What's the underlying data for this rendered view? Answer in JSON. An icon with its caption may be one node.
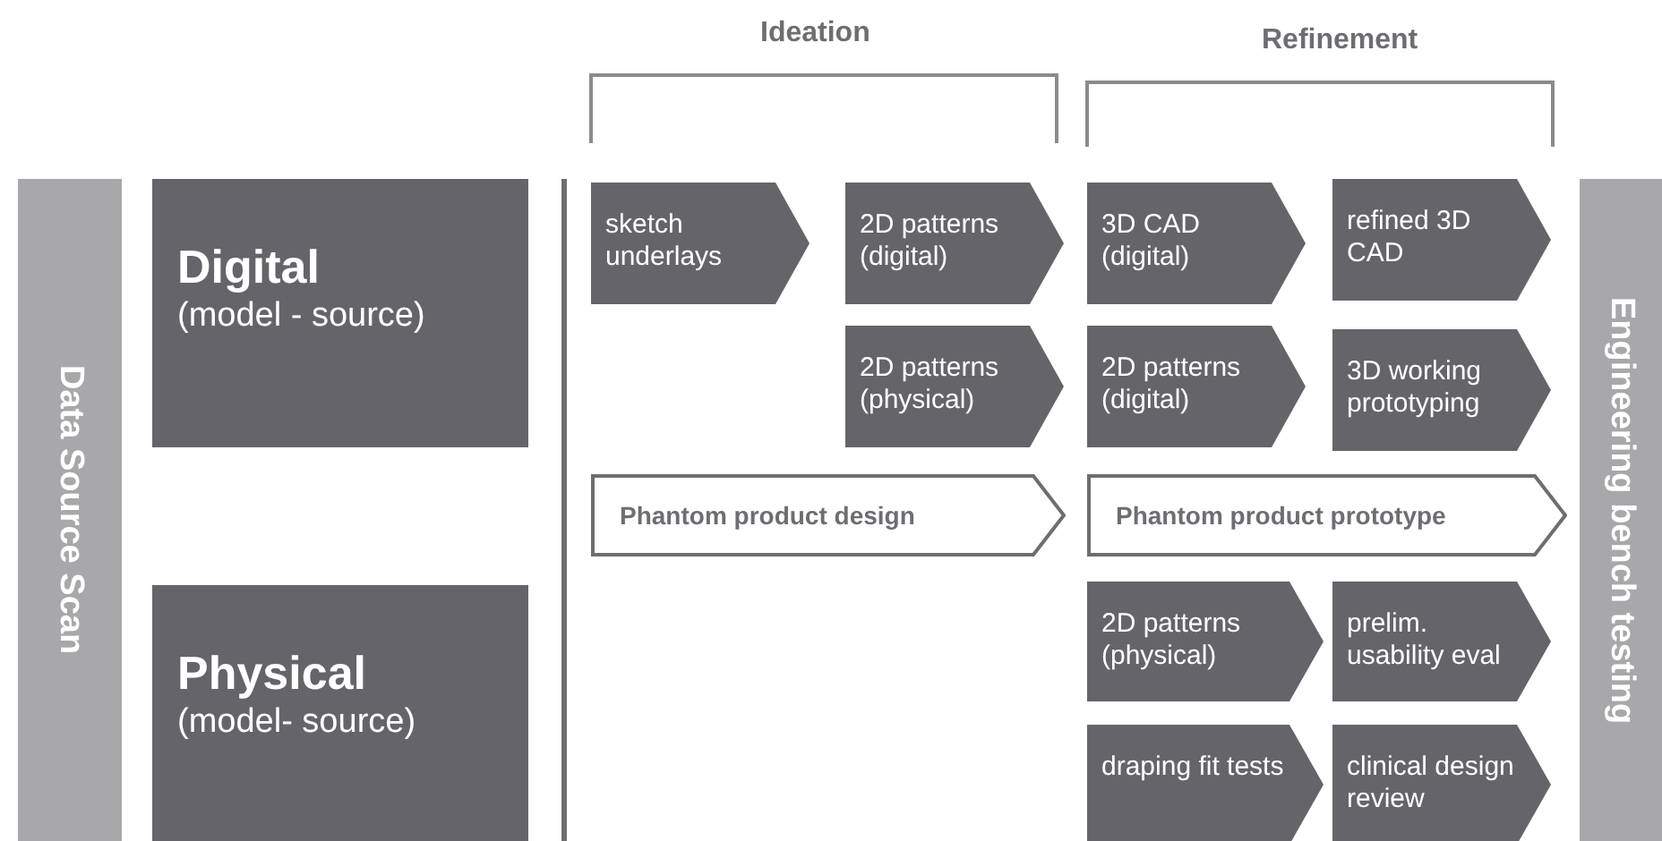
{
  "diagram": {
    "nodes": [
      {
        "text": [
          "Data Source Scan"
        ]
      },
      {
        "text": [
          "Digital",
          "(model - source)"
        ]
      },
      {
        "text": [
          "Physical",
          "(model- source)"
        ]
      },
      {
        "text": [
          "sketch underlays"
        ]
      },
      {
        "text": [
          "2D patterns (digital)"
        ]
      },
      {
        "text": [
          "3D CAD (digital)"
        ]
      },
      {
        "text": [
          "refined 3D CAD"
        ]
      },
      {
        "text": [
          "2D patterns (physical)"
        ]
      },
      {
        "text": [
          "2D patterns (digital)"
        ]
      },
      {
        "text": [
          "3D working prototyping"
        ]
      },
      {
        "text": [
          "Phantom product design"
        ]
      },
      {
        "text": [
          "Phantom product prototype"
        ]
      },
      {
        "text": [
          "2D patterns (physical)"
        ]
      },
      {
        "text": [
          "prelim. usability eval"
        ]
      },
      {
        "text": [
          "draping fit tests"
        ]
      },
      {
        "text": [
          "clinical design review"
        ]
      },
      {
        "text": [
          "Engineering bench testing"
        ]
      }
    ],
    "labels": [
      "Ideation",
      "Refinement"
    ]
  }
}
